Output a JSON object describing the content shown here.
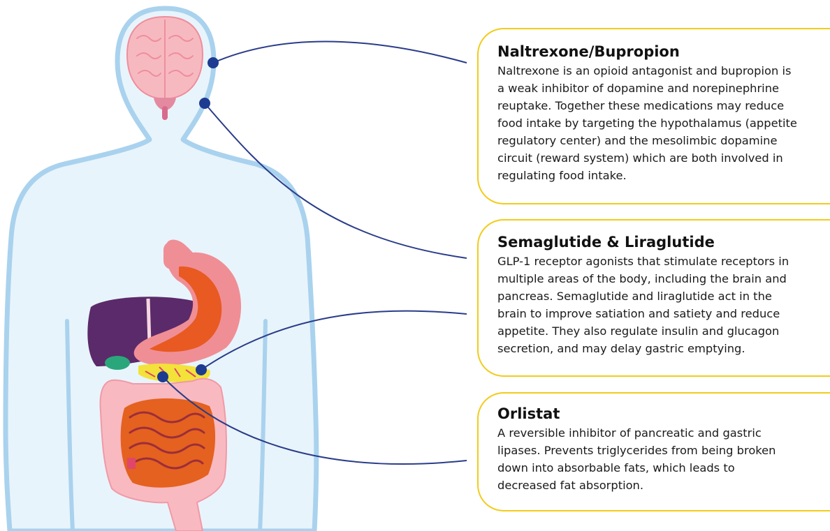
{
  "colors": {
    "body_fill": "#e6f3fb",
    "body_outline": "#a9d2ee",
    "connector": "#2a3c8a",
    "dot": "#1d3b91",
    "box_border": "#f2cc1b",
    "brain": "#f7b9c0",
    "stomach": "#e85a22",
    "liver": "#5b2a6a",
    "intestine": "#e4611f"
  },
  "callouts": [
    {
      "title": "Naltrexone/Bupropion",
      "body": "Naltrexone is an opioid antagonist and bupropion is\na weak inhibitor of dopamine and norepinephrine\nreuptake. Together these medications may reduce\nfood intake by targeting the hypothalamus (appetite\nregulatory center) and the mesolimbic dopamine\ncircuit (reward system) which are both involved in\nregulating food intake."
    },
    {
      "title": "Semaglutide & Liraglutide",
      "body": "GLP-1 receptor agonists that stimulate receptors in\nmultiple areas of the body, including the brain and\npancreas. Semaglutide and liraglutide act in the\nbrain to improve satiation and satiety and reduce\nappetite. They also regulate insulin and glucagon\nsecretion, and may delay gastric emptying."
    },
    {
      "title": "Orlistat",
      "body": "A reversible inhibitor of pancreatic and gastric\nlipases. Prevents triglycerides from being broken\ndown into absorbable fats, which leads to\ndecreased fat absorption."
    }
  ]
}
